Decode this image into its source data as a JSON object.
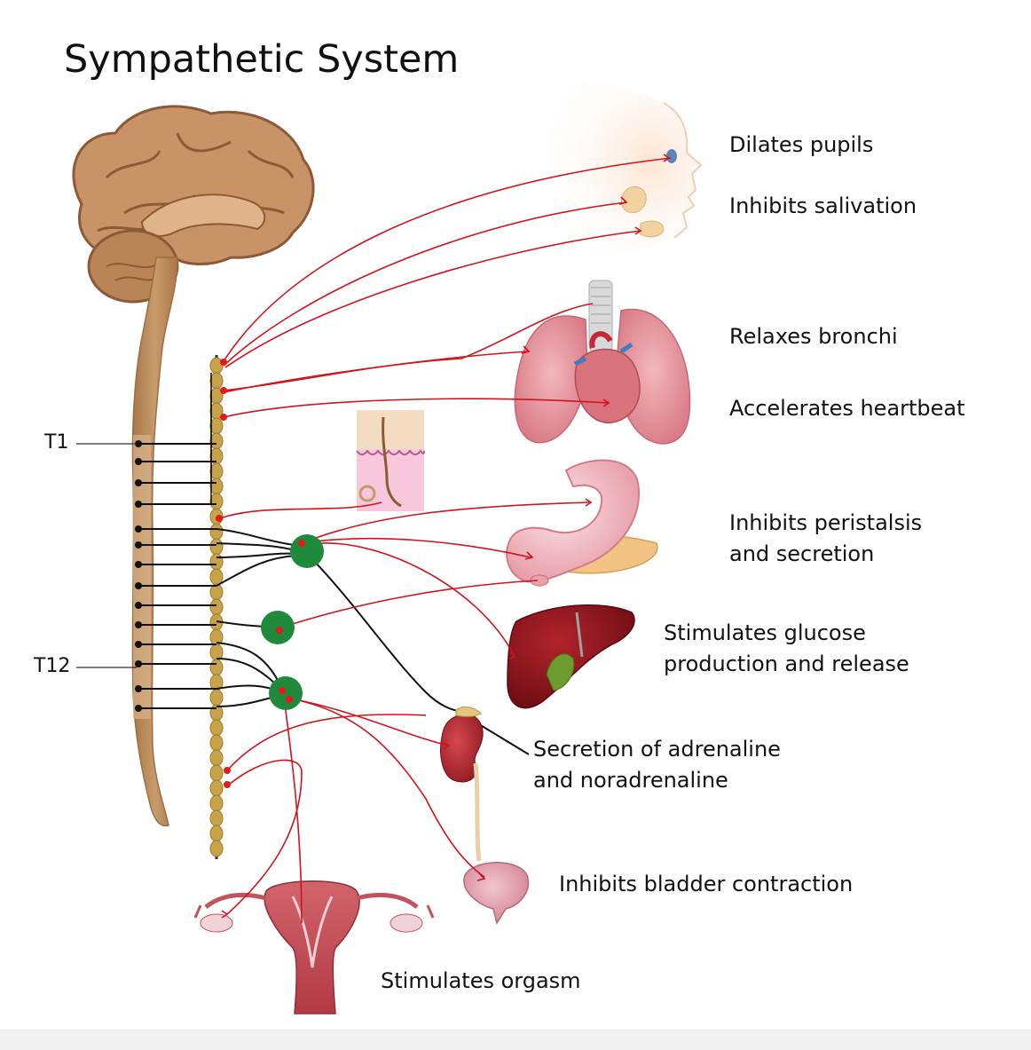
{
  "title": "Sympathetic System",
  "segments": {
    "t1": "T1",
    "t12": "T12"
  },
  "effects": [
    {
      "id": "pupils",
      "line1": "Dilates pupils"
    },
    {
      "id": "salivation",
      "line1": "Inhibits salivation"
    },
    {
      "id": "bronchi",
      "line1": "Relaxes bronchi"
    },
    {
      "id": "heartbeat",
      "line1": "Accelerates heartbeat"
    },
    {
      "id": "peristalsis",
      "line1": "Inhibits peristalsis",
      "line2": "and secretion"
    },
    {
      "id": "glucose",
      "line1": "Stimulates glucose",
      "line2": "production and release"
    },
    {
      "id": "adrenaline",
      "line1": "Secretion of adrenaline",
      "line2": "and noradrenaline"
    },
    {
      "id": "bladder",
      "line1": "Inhibits bladder contraction"
    },
    {
      "id": "orgasm",
      "line1": "Stimulates orgasm"
    }
  ],
  "colors": {
    "nerve_red": "#d0141c",
    "nerve_black": "#111111",
    "ganglion_green": "#1f8a3c",
    "brain": "#c89366",
    "brain_dark": "#8c5a36",
    "spinal_cord": "#b58656",
    "chain": "#c9a24a"
  }
}
